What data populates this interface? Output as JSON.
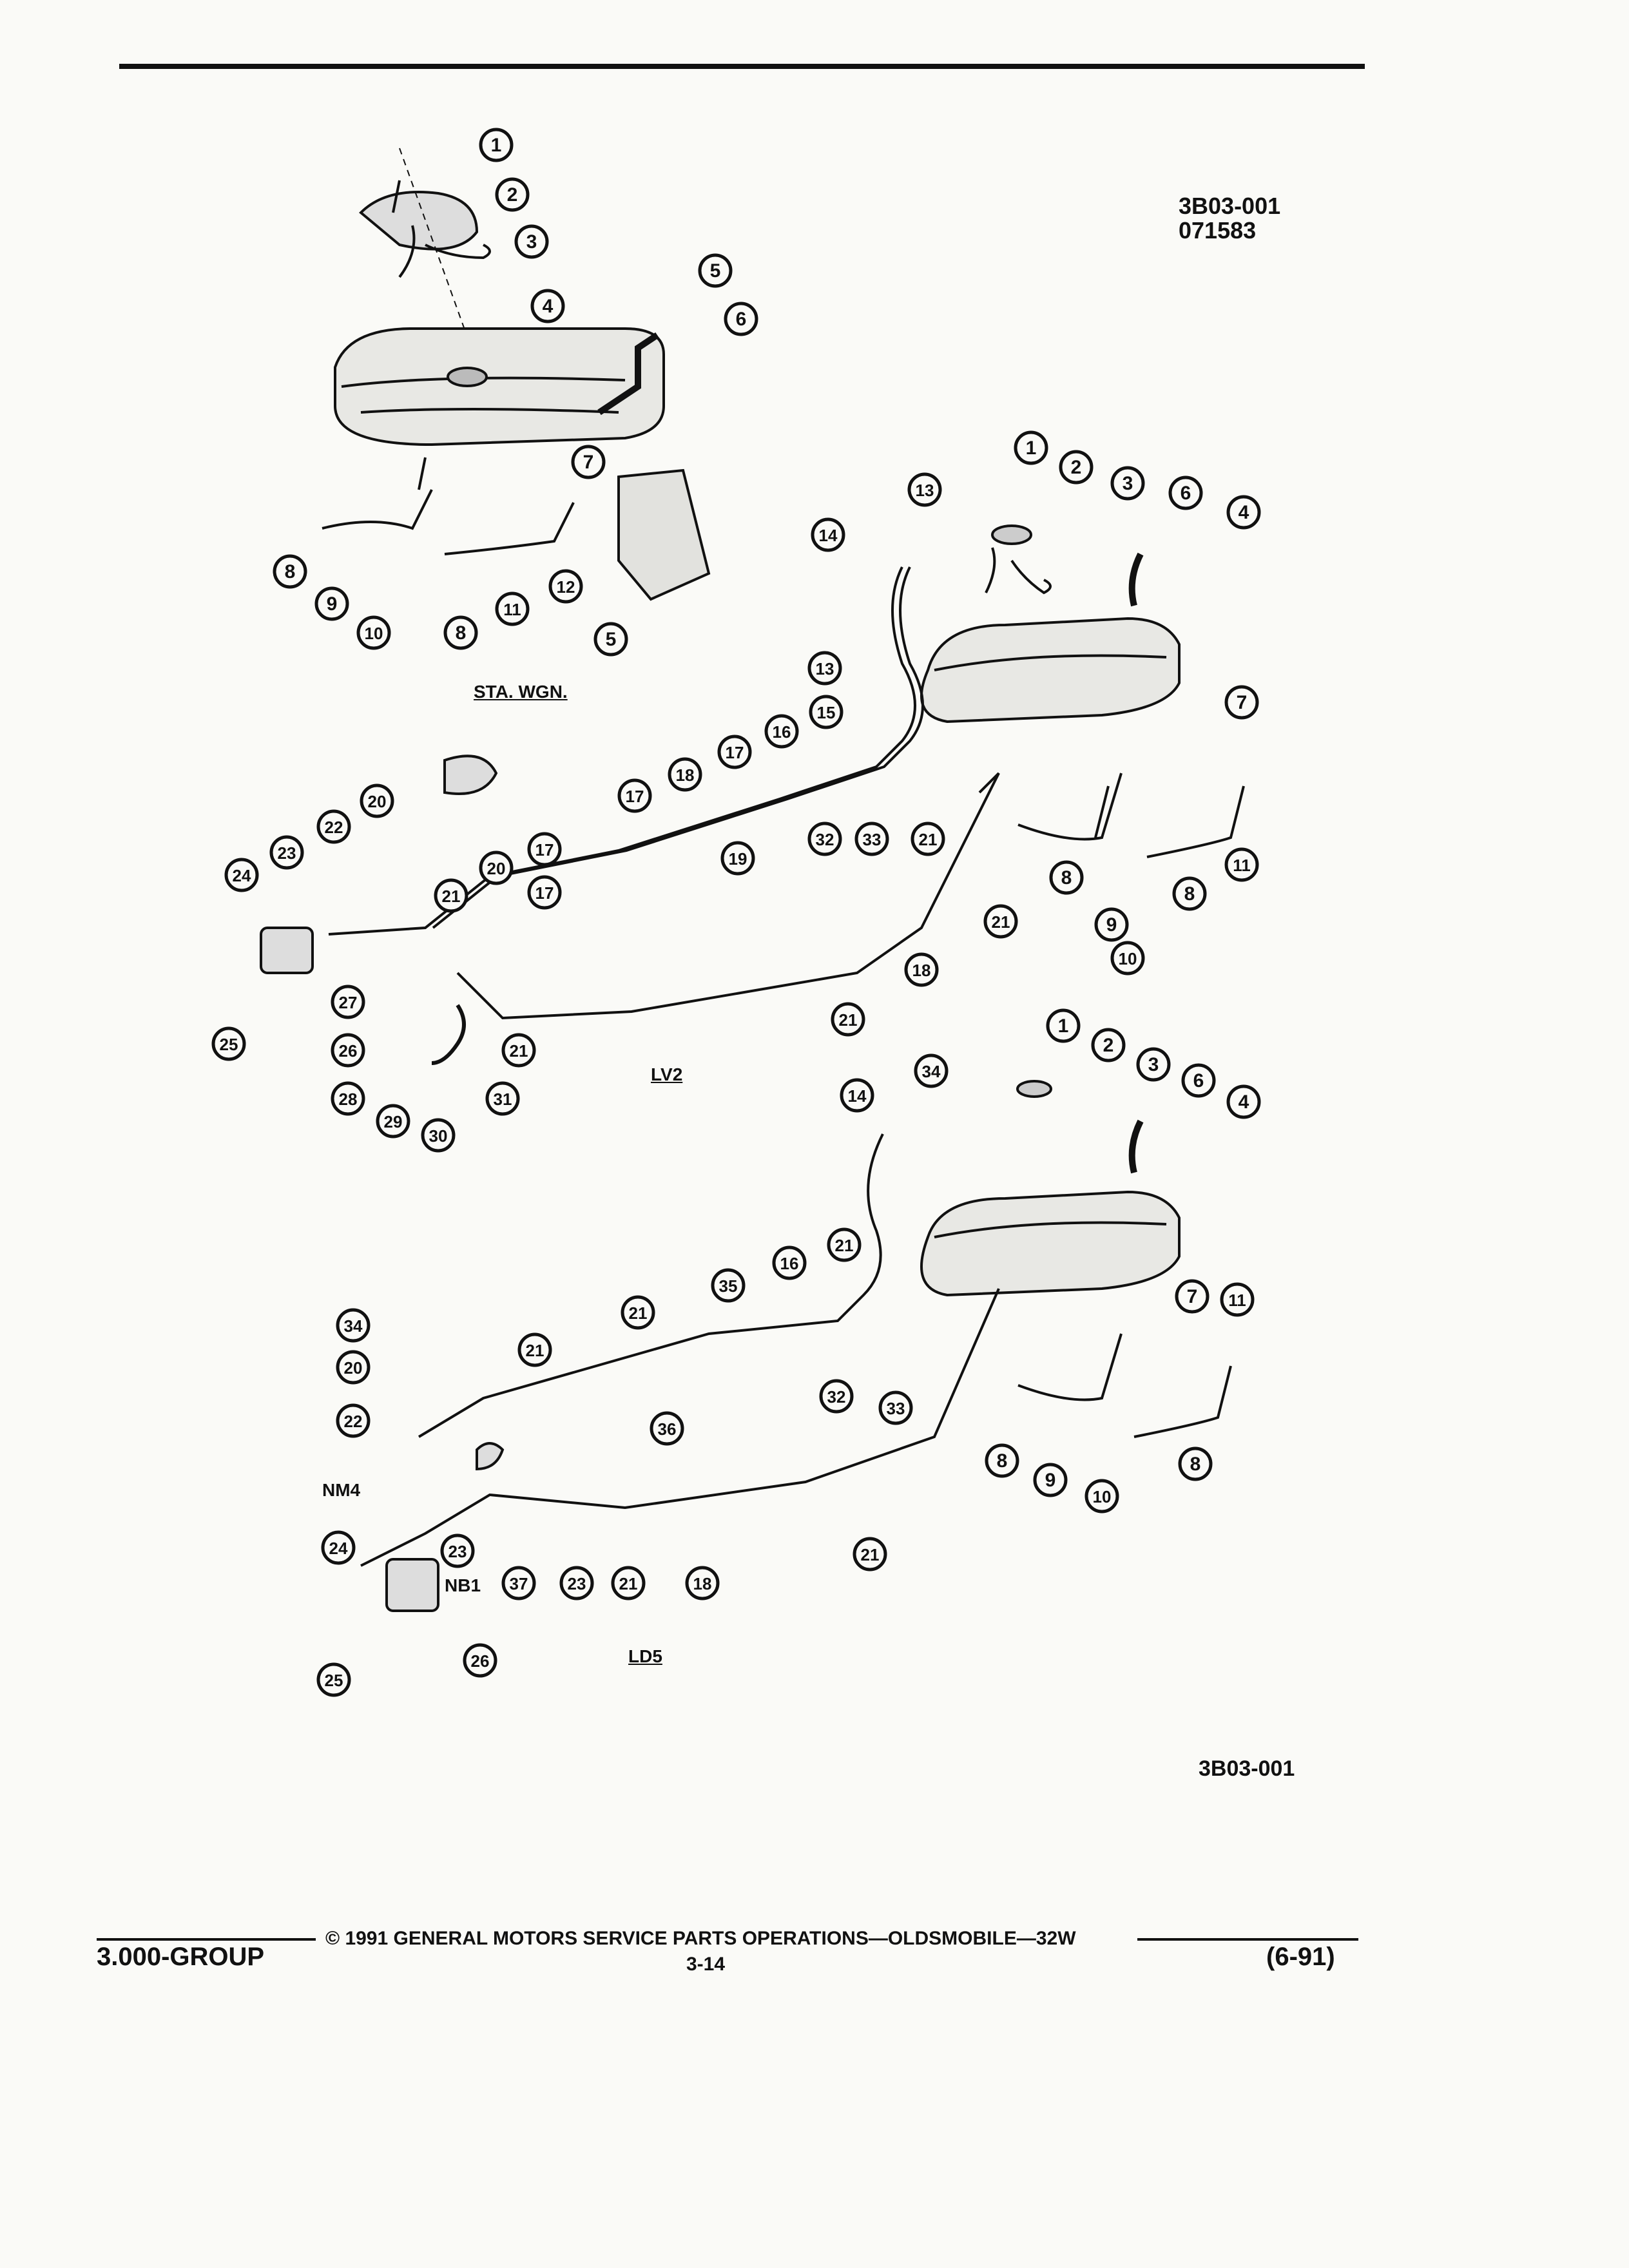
{
  "header": {
    "code": "3B03-001",
    "date": "071583"
  },
  "sections": {
    "wagon": "STA. WGN.",
    "lv2": "LV2",
    "ld5": "LD5"
  },
  "tags": {
    "nm4": "NM4",
    "nb1": "NB1"
  },
  "bottom_code": "3B03-001",
  "footer": {
    "group": "3.000-GROUP",
    "copyright": "© 1991 GENERAL MOTORS SERVICE PARTS OPERATIONS—OLDSMOBILE—32W",
    "page": "3-14",
    "date": "(6-91)"
  },
  "callouts": {
    "wagon": [
      "1",
      "2",
      "3",
      "4",
      "5",
      "6",
      "7",
      "8",
      "9",
      "10",
      "8",
      "11",
      "12",
      "5"
    ],
    "lv2_top": [
      "13",
      "14",
      "1",
      "2",
      "3",
      "6",
      "4",
      "13",
      "15",
      "16",
      "17",
      "18",
      "17",
      "7",
      "32",
      "33",
      "21",
      "8",
      "9",
      "10",
      "8",
      "11"
    ],
    "lv2_lines": [
      "20",
      "22",
      "23",
      "24",
      "20",
      "17",
      "17",
      "21",
      "19",
      "21",
      "27",
      "18",
      "21",
      "21",
      "25",
      "26",
      "28",
      "29",
      "30",
      "31"
    ],
    "ld5": [
      "1",
      "2",
      "3",
      "6",
      "4",
      "34",
      "14",
      "21",
      "16",
      "35",
      "21",
      "21",
      "34",
      "20",
      "22",
      "32",
      "33",
      "8",
      "9",
      "10",
      "8",
      "7",
      "11",
      "36",
      "37",
      "23",
      "23",
      "21",
      "18",
      "21",
      "24",
      "25",
      "26"
    ]
  }
}
